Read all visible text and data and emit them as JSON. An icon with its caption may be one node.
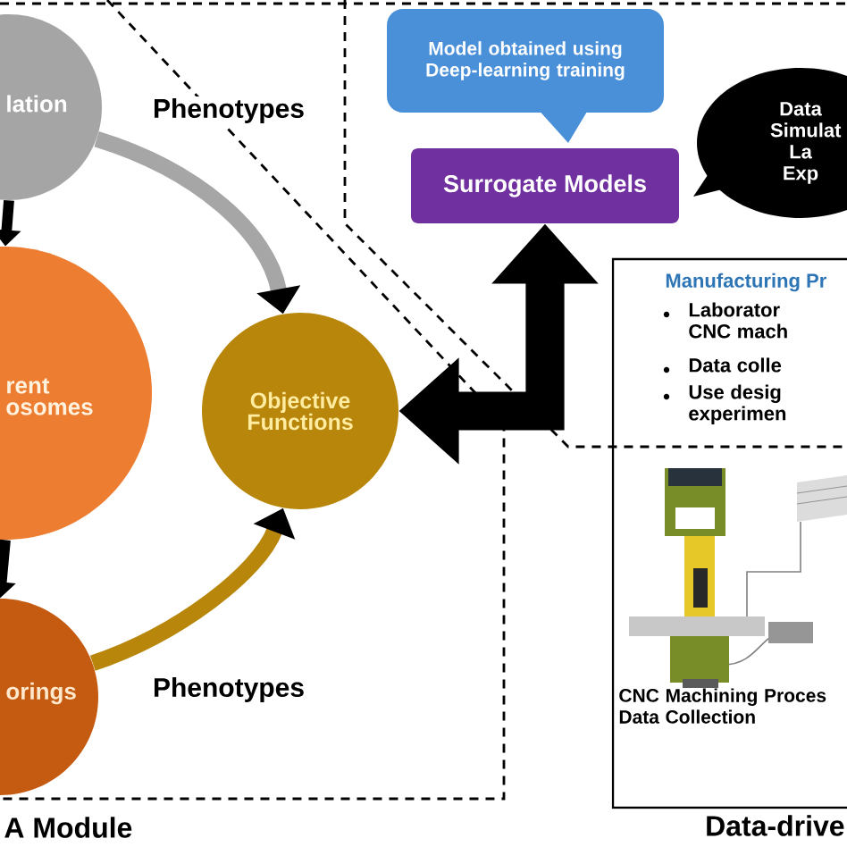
{
  "diagram": {
    "nodes": [
      {
        "text": [
          "lation"
        ]
      },
      {
        "text": [
          "rent osomes"
        ]
      },
      {
        "text": [
          "orings"
        ]
      },
      {
        "text": [
          "Objective Functions"
        ]
      },
      {
        "text": [
          "Model obtained using Deep-learning training"
        ]
      },
      {
        "text": [
          "Surrogate Models"
        ]
      },
      {
        "text": [
          "Data Simulat La Exp"
        ]
      },
      {
        "text": [
          "Manufacturing Pr",
          "Laborator CNC mach",
          "Data colle",
          "Use desig experimen",
          "CNC Machining Proces Data Collection"
        ]
      }
    ],
    "edges": [
      {
        "from": 0,
        "to": 1,
        "arrow": "to"
      },
      {
        "from": 1,
        "to": 2,
        "arrow": "to"
      },
      {
        "from": 0,
        "to": 3,
        "arrow": "to",
        "label": "Phenotypes",
        "color": "#a6a6a6"
      },
      {
        "from": 2,
        "to": 3,
        "arrow": "to",
        "label": "Phenotypes",
        "color": "#b8860b"
      },
      {
        "from": 3,
        "to": 5,
        "arrow": "both",
        "style": "thick"
      }
    ],
    "labels": [
      "A Module",
      "Data-drive"
    ]
  }
}
